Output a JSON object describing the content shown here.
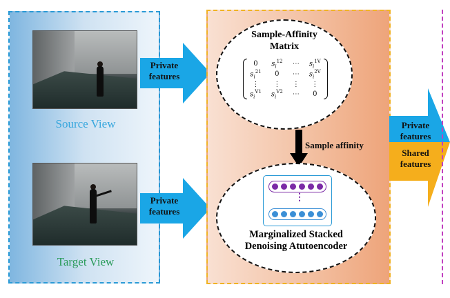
{
  "source_view": {
    "caption": "Source View",
    "caption_color": "#35a6dd"
  },
  "target_view": {
    "caption": "Target View",
    "caption_color": "#2a9b5a"
  },
  "arrows": {
    "top_label_1": "Private",
    "top_label_2": "features",
    "bottom_label_1": "Private",
    "bottom_label_2": "features",
    "color": "#1aa6e6"
  },
  "affinity": {
    "title_1": "Sample-Affinity",
    "title_2": "Matrix",
    "matrix_rows": [
      [
        "0",
        "s_i^{12}",
        "⋯",
        "s_i^{1V}"
      ],
      [
        "s_i^{21}",
        "0",
        "⋯",
        "s_i^{2V}"
      ],
      [
        "⋮",
        "⋮",
        "⋮",
        "⋮"
      ],
      [
        "s_i^{V1}",
        "s_i^{V2}",
        "⋯",
        "0"
      ]
    ]
  },
  "sample_affinity_label": "Sample affinity",
  "msda": {
    "title_1": "Marginalized Stacked",
    "title_2": "Denoising Atutoencoder",
    "top_layer_color": "#7b2aa6",
    "bottom_layer_color": "#3b8fd6",
    "dots_label": "⋮"
  },
  "output": {
    "private_1": "Private",
    "private_2": "features",
    "shared_1": "Shared",
    "shared_2": "features",
    "private_color": "#1aa6e6",
    "shared_color": "#f5ae1c"
  },
  "colors": {
    "left_border": "#2a9ad6",
    "mid_border": "#f0b323",
    "right_divider": "#c13fc0"
  }
}
